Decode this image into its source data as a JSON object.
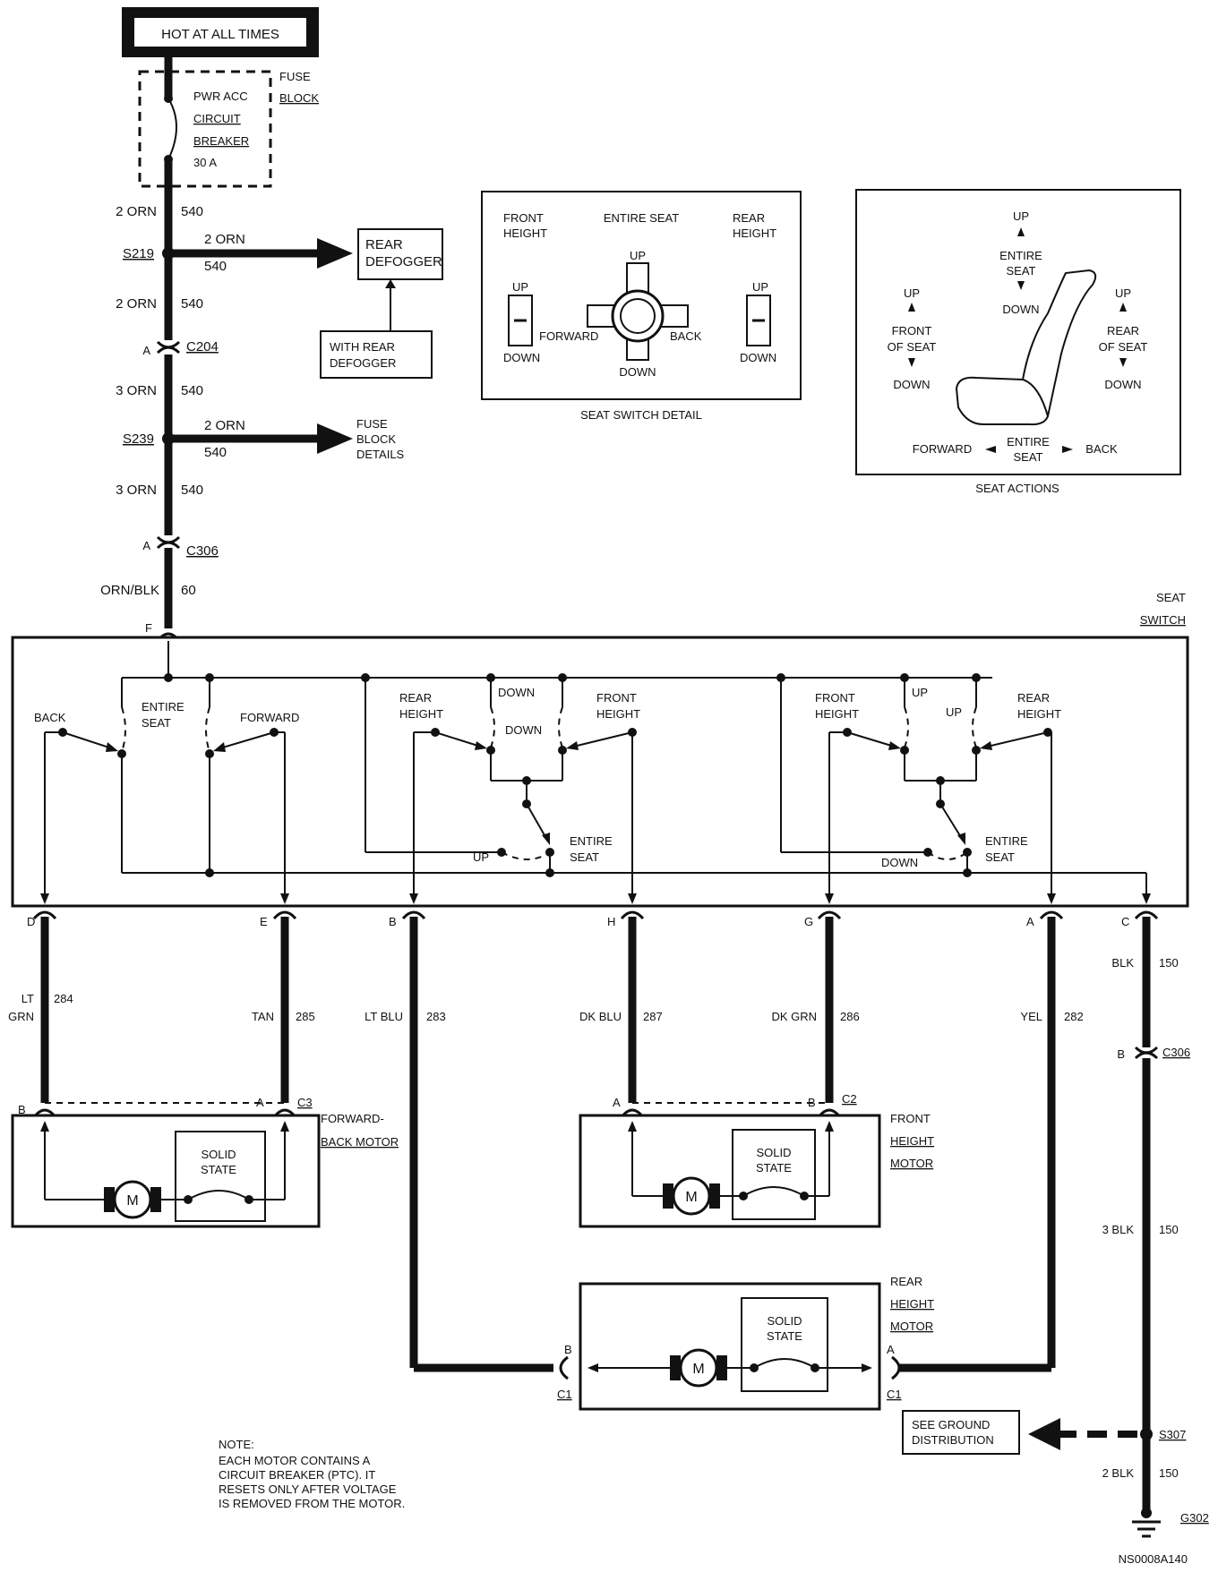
{
  "hot_at_all_times": "HOT AT ALL TIMES",
  "fuse_block": {
    "label_1": "FUSE",
    "label_2": "BLOCK",
    "breaker": [
      "PWR ACC",
      "CIRCUIT",
      "BREAKER",
      "30 A"
    ]
  },
  "wires": {
    "w1": {
      "color": "2 ORN",
      "num": "540"
    },
    "s219": {
      "name": "S219",
      "color": "2 ORN",
      "num": "540"
    },
    "w2": {
      "color": "2 ORN",
      "num": "540"
    },
    "c204": {
      "name": "C204",
      "pin": "A"
    },
    "w3": {
      "color": "3 ORN",
      "num": "540"
    },
    "s239": {
      "name": "S239",
      "color": "2 ORN",
      "num": "540"
    },
    "w4": {
      "color": "3 ORN",
      "num": "540"
    },
    "c306": {
      "name": "C306",
      "pin": "A"
    },
    "w5": {
      "color": "ORN/BLK",
      "num": "60"
    }
  },
  "rear_defogger": {
    "line1": "REAR",
    "line2": "DEFOGGER",
    "with_1": "WITH REAR",
    "with_2": "DEFOGGER"
  },
  "fuse_block_details": [
    "FUSE",
    "BLOCK",
    "DETAILS"
  ],
  "switch_detail": {
    "front_height": [
      "FRONT",
      "HEIGHT"
    ],
    "entire_seat": "ENTIRE SEAT",
    "rear_height": [
      "REAR",
      "HEIGHT"
    ],
    "up": "UP",
    "down": "DOWN",
    "forward": "FORWARD",
    "back": "BACK",
    "caption": "SEAT SWITCH DETAIL"
  },
  "seat_actions": {
    "up": "UP",
    "down": "DOWN",
    "entire_seat": [
      "ENTIRE",
      "SEAT"
    ],
    "front_of_seat": [
      "FRONT",
      "OF SEAT"
    ],
    "rear_of_seat": [
      "REAR",
      "OF SEAT"
    ],
    "forward": "FORWARD",
    "back": "BACK",
    "caption": "SEAT ACTIONS"
  },
  "seat_switch": {
    "title": [
      "SEAT",
      "SWITCH"
    ],
    "pin_f": "F",
    "back": "BACK",
    "forward": "FORWARD",
    "entire_seat": [
      "ENTIRE",
      "SEAT"
    ],
    "rear_height": [
      "REAR",
      "HEIGHT"
    ],
    "front_height": [
      "FRONT",
      "HEIGHT"
    ],
    "down": "DOWN",
    "up": "UP"
  },
  "pins": [
    "D",
    "E",
    "B",
    "H",
    "G",
    "A",
    "C"
  ],
  "outputs": {
    "d": {
      "color": [
        "LT",
        "GRN"
      ],
      "num": "284"
    },
    "e": {
      "color": "TAN",
      "num": "285"
    },
    "b": {
      "color": "LT BLU",
      "num": "283"
    },
    "h": {
      "color": "DK BLU",
      "num": "287"
    },
    "g": {
      "color": "DK GRN",
      "num": "286"
    },
    "a": {
      "color": "YEL",
      "num": "282"
    },
    "c": {
      "color": "BLK",
      "num": "150"
    }
  },
  "ground": {
    "c306_pin": "B",
    "c306": "C306",
    "w2": {
      "color": "3 BLK",
      "num": "150"
    },
    "see_ground": [
      "SEE GROUND",
      "DISTRIBUTION"
    ],
    "s307": "S307",
    "w3": {
      "color": "2 BLK",
      "num": "150"
    },
    "g302": "G302"
  },
  "motors": {
    "fwd_back": {
      "label": [
        "FORWARD-",
        "BACK MOTOR"
      ],
      "conn": "C3",
      "pin_b": "B",
      "pin_a": "A",
      "solid": [
        "SOLID",
        "STATE"
      ],
      "m": "M"
    },
    "front_height": {
      "label": [
        "FRONT",
        "HEIGHT",
        "MOTOR"
      ],
      "conn": "C2",
      "pin_a": "A",
      "pin_b": "B",
      "solid": [
        "SOLID",
        "STATE"
      ],
      "m": "M"
    },
    "rear_height": {
      "label": [
        "REAR",
        "HEIGHT",
        "MOTOR"
      ],
      "conn_b": "C1",
      "conn_a": "C1",
      "pin_b": "B",
      "pin_a": "A",
      "solid": [
        "SOLID",
        "STATE"
      ],
      "m": "M"
    }
  },
  "note": [
    "NOTE:",
    "EACH MOTOR CONTAINS A",
    "CIRCUIT BREAKER (PTC). IT",
    "RESETS ONLY AFTER VOLTAGE",
    "IS REMOVED FROM THE MOTOR."
  ],
  "diagram_id": "NS0008A140"
}
